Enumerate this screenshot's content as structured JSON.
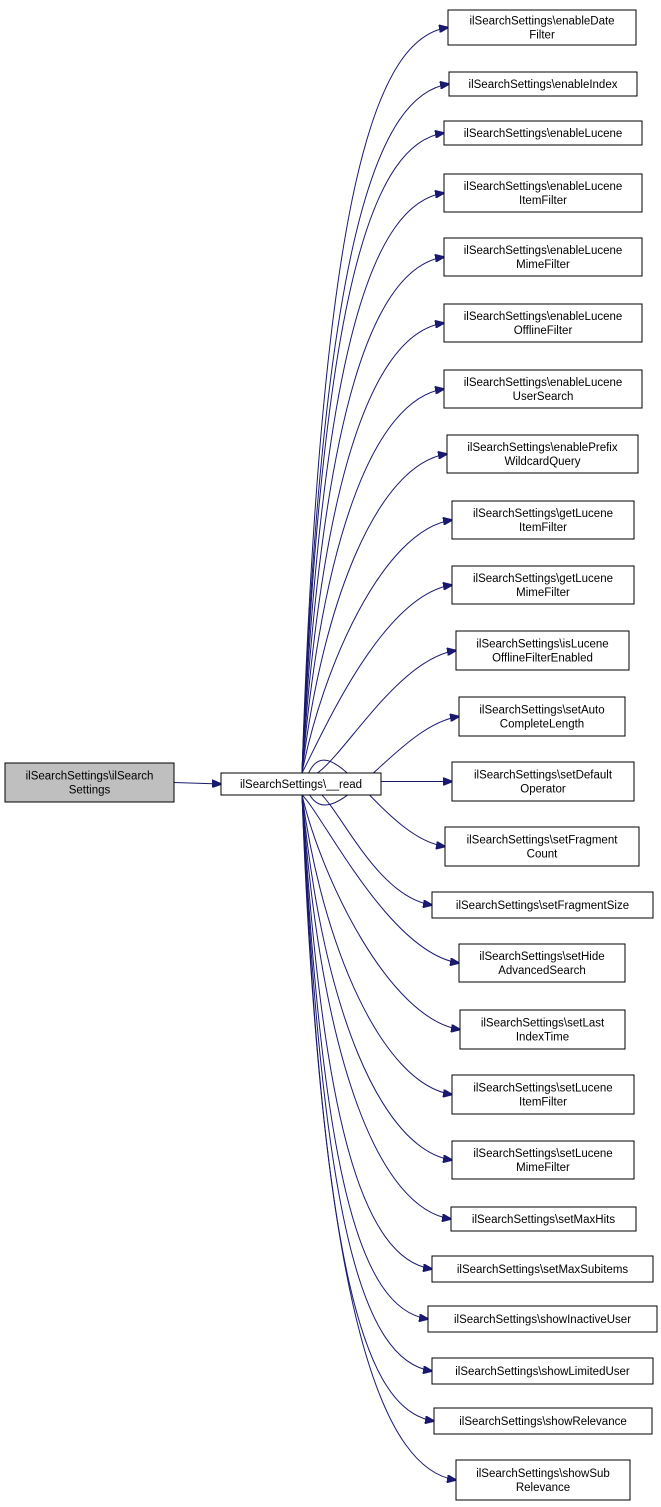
{
  "root": {
    "lines": [
      "ilSearchSettings\\ilSearch",
      "Settings"
    ],
    "fill": "#bfbfbf"
  },
  "hub": {
    "lines": [
      "ilSearchSettings\\__read"
    ],
    "fill": "#ffffff"
  },
  "targets": [
    {
      "lines": [
        "ilSearchSettings\\enableDate",
        "Filter"
      ]
    },
    {
      "lines": [
        "ilSearchSettings\\enableIndex"
      ]
    },
    {
      "lines": [
        "ilSearchSettings\\enableLucene"
      ]
    },
    {
      "lines": [
        "ilSearchSettings\\enableLucene",
        "ItemFilter"
      ]
    },
    {
      "lines": [
        "ilSearchSettings\\enableLucene",
        "MimeFilter"
      ]
    },
    {
      "lines": [
        "ilSearchSettings\\enableLucene",
        "OfflineFilter"
      ]
    },
    {
      "lines": [
        "ilSearchSettings\\enableLucene",
        "UserSearch"
      ]
    },
    {
      "lines": [
        "ilSearchSettings\\enablePrefix",
        "WildcardQuery"
      ]
    },
    {
      "lines": [
        "ilSearchSettings\\getLucene",
        "ItemFilter"
      ]
    },
    {
      "lines": [
        "ilSearchSettings\\getLucene",
        "MimeFilter"
      ]
    },
    {
      "lines": [
        "ilSearchSettings\\isLucene",
        "OfflineFilterEnabled"
      ]
    },
    {
      "lines": [
        "ilSearchSettings\\setAuto",
        "CompleteLength"
      ]
    },
    {
      "lines": [
        "ilSearchSettings\\setDefault",
        "Operator"
      ]
    },
    {
      "lines": [
        "ilSearchSettings\\setFragment",
        "Count"
      ]
    },
    {
      "lines": [
        "ilSearchSettings\\setFragmentSize"
      ]
    },
    {
      "lines": [
        "ilSearchSettings\\setHide",
        "AdvancedSearch"
      ]
    },
    {
      "lines": [
        "ilSearchSettings\\setLast",
        "IndexTime"
      ]
    },
    {
      "lines": [
        "ilSearchSettings\\setLucene",
        "ItemFilter"
      ]
    },
    {
      "lines": [
        "ilSearchSettings\\setLucene",
        "MimeFilter"
      ]
    },
    {
      "lines": [
        "ilSearchSettings\\setMaxHits"
      ]
    },
    {
      "lines": [
        "ilSearchSettings\\setMaxSubitems"
      ]
    },
    {
      "lines": [
        "ilSearchSettings\\showInactiveUser"
      ]
    },
    {
      "lines": [
        "ilSearchSettings\\showLimitedUser"
      ]
    },
    {
      "lines": [
        "ilSearchSettings\\showRelevance"
      ]
    },
    {
      "lines": [
        "ilSearchSettings\\showSub",
        "Relevance"
      ]
    }
  ],
  "colors": {
    "edge": "#191970",
    "border": "#000000",
    "text": "#000000"
  }
}
